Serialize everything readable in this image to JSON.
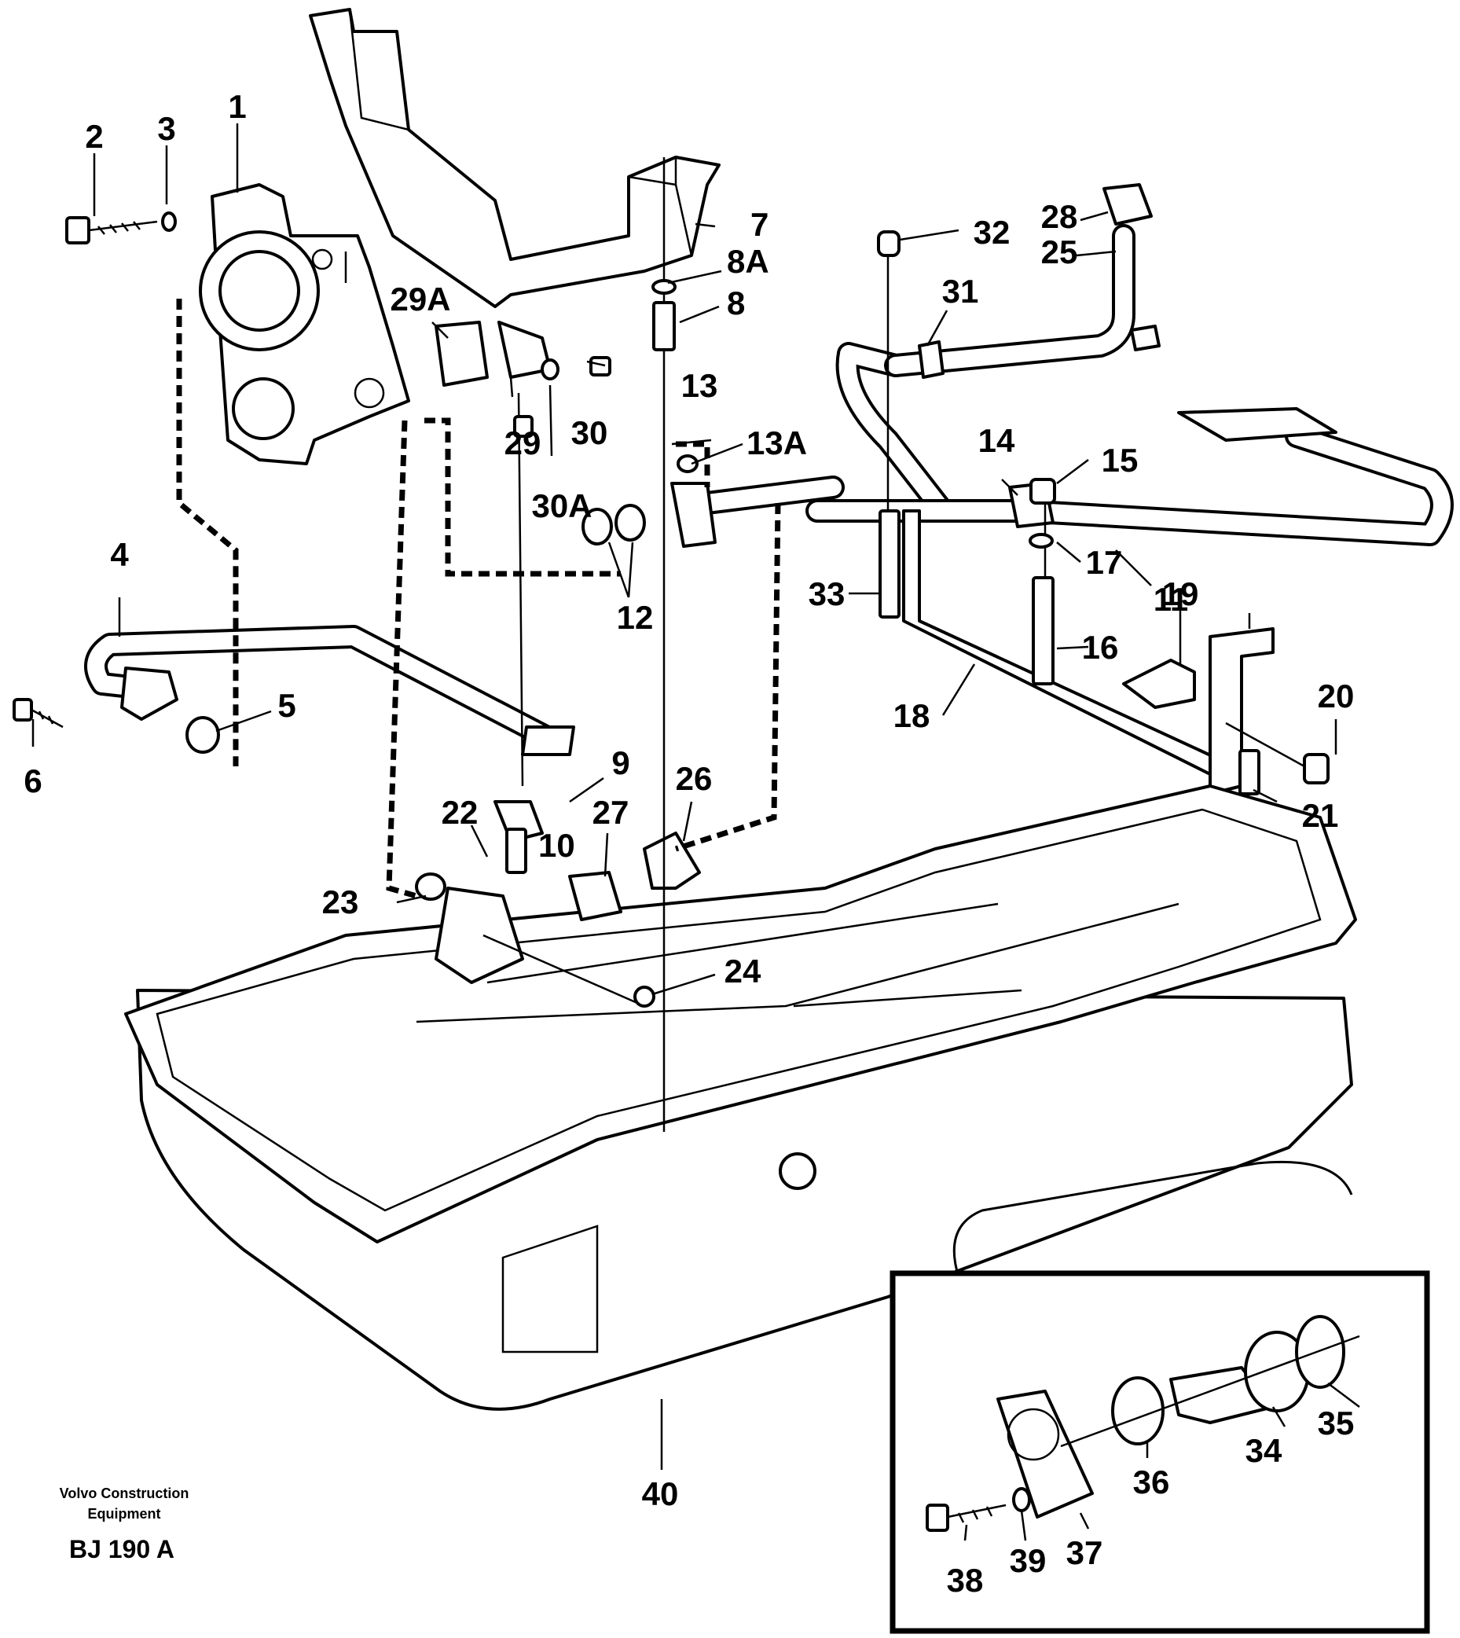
{
  "parts_diagram": {
    "callouts": [
      "1",
      "2",
      "3",
      "4",
      "5",
      "6",
      "7",
      "8A",
      "8",
      "9",
      "10",
      "11",
      "12",
      "13",
      "13A",
      "14",
      "15",
      "16",
      "17",
      "18",
      "19",
      "20",
      "21",
      "22",
      "23",
      "24",
      "25",
      "26",
      "27",
      "28",
      "29A",
      "29",
      "30",
      "30A",
      "31",
      "32",
      "33",
      "34",
      "35",
      "36",
      "37",
      "38",
      "39",
      "40"
    ],
    "footer": {
      "company_line1": "Volvo Construction",
      "company_line2": "Equipment",
      "code": "BJ 190 A"
    }
  }
}
